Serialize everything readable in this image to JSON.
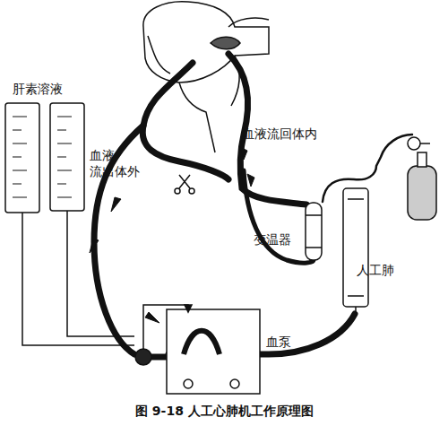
{
  "diagram": {
    "caption": "图 9-18 人工心肺机工作原理图",
    "labels": [
      "肝素溶液",
      "血液 流出体外",
      "血液流回体内",
      "变温器",
      "人工肺",
      "血泵"
    ]
  }
}
